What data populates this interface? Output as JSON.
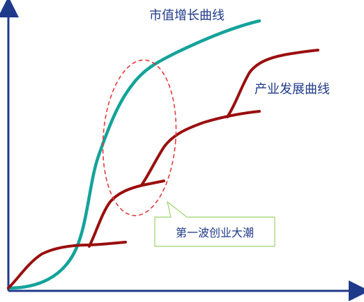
{
  "labels": {
    "market_value_curve": "市值增长曲线",
    "industry_curve": "产业发展曲线",
    "callout": "第一波创业大潮"
  },
  "colors": {
    "axis": "#1f3a8a",
    "market_curve": "#13a39a",
    "industry_curve": "#9a0e0e",
    "highlight_ellipse": "#e63a3a",
    "label_blue": "#1f3a8a",
    "callout_border": "#9bd36a",
    "callout_text": "#1f3a8a"
  }
}
